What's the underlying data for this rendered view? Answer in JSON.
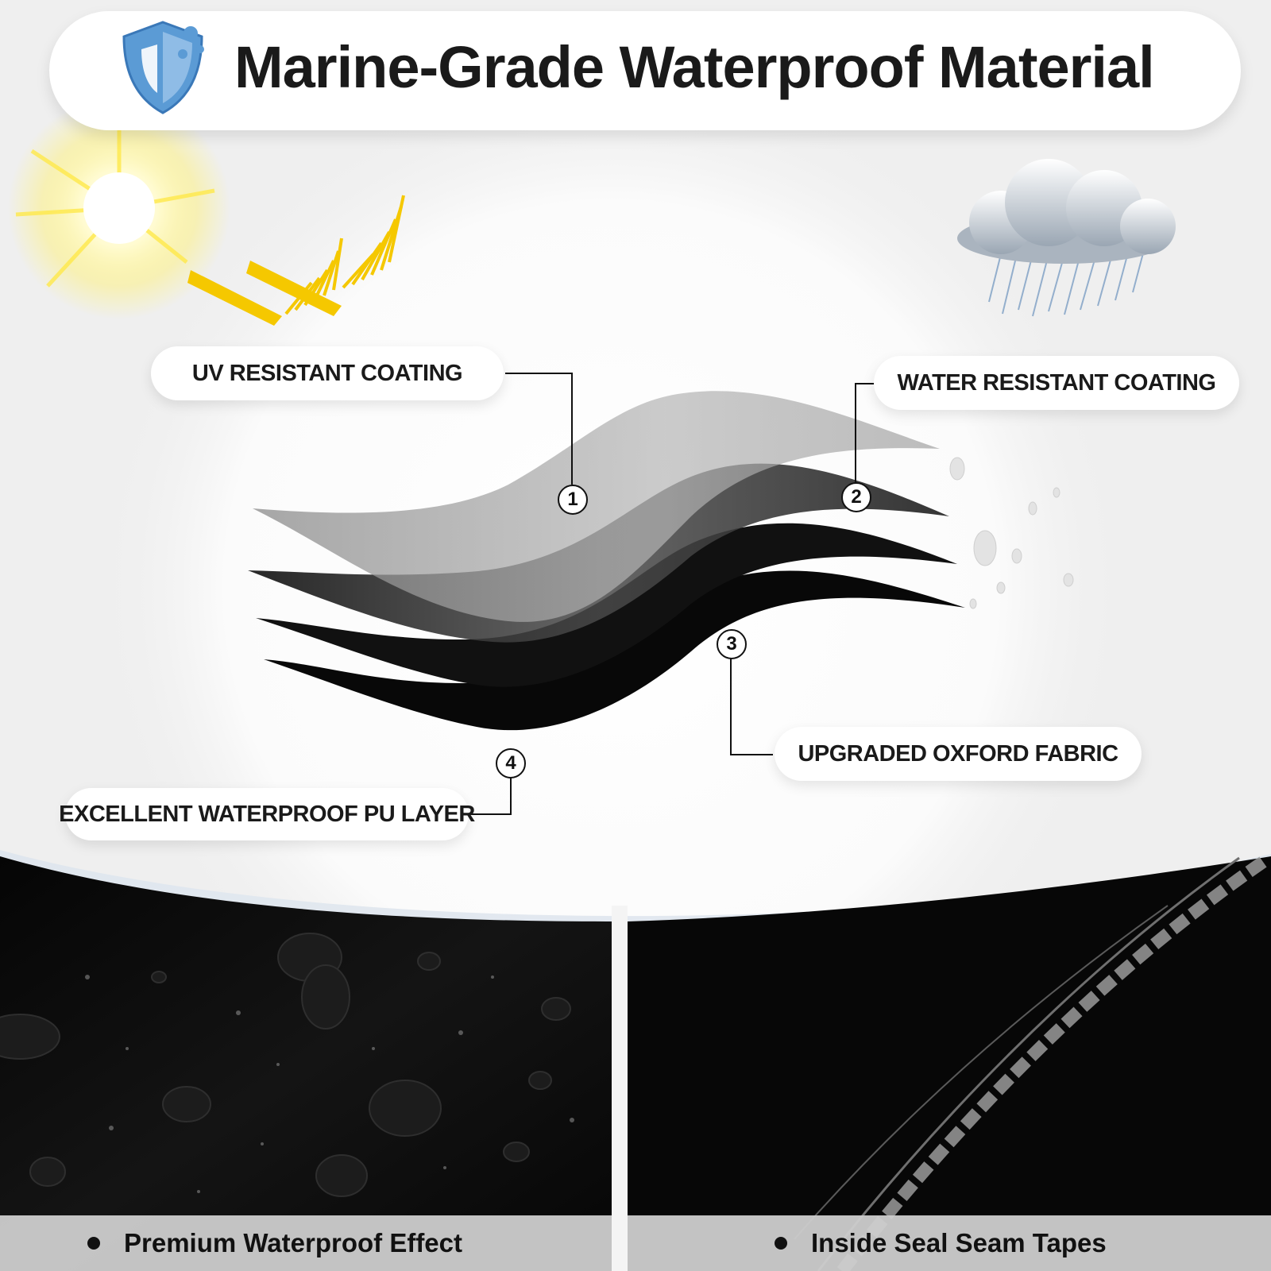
{
  "header": {
    "title": "Marine-Grade Waterproof Material",
    "icon": "shield-water-drop-icon"
  },
  "layers": [
    {
      "number": "1",
      "label": "UV RESISTANT COATING"
    },
    {
      "number": "2",
      "label": "WATER RESISTANT COATING"
    },
    {
      "number": "3",
      "label": "UPGRADED OXFORD FABRIC"
    },
    {
      "number": "4",
      "label": "EXCELLENT WATERPROOF PU LAYER"
    }
  ],
  "weather_icons": [
    "sun-icon",
    "uv-rays-icon",
    "rain-cloud-icon"
  ],
  "panels": [
    {
      "caption": "Premium Waterproof Effect"
    },
    {
      "caption": "Inside Seal Seam Tapes"
    }
  ],
  "colors": {
    "background": "#efefef",
    "pill": "#ffffff",
    "uv_yellow": "#f5c800",
    "shield_blue": "#5b9bd5",
    "fabric_black": "#0a0a0a"
  }
}
